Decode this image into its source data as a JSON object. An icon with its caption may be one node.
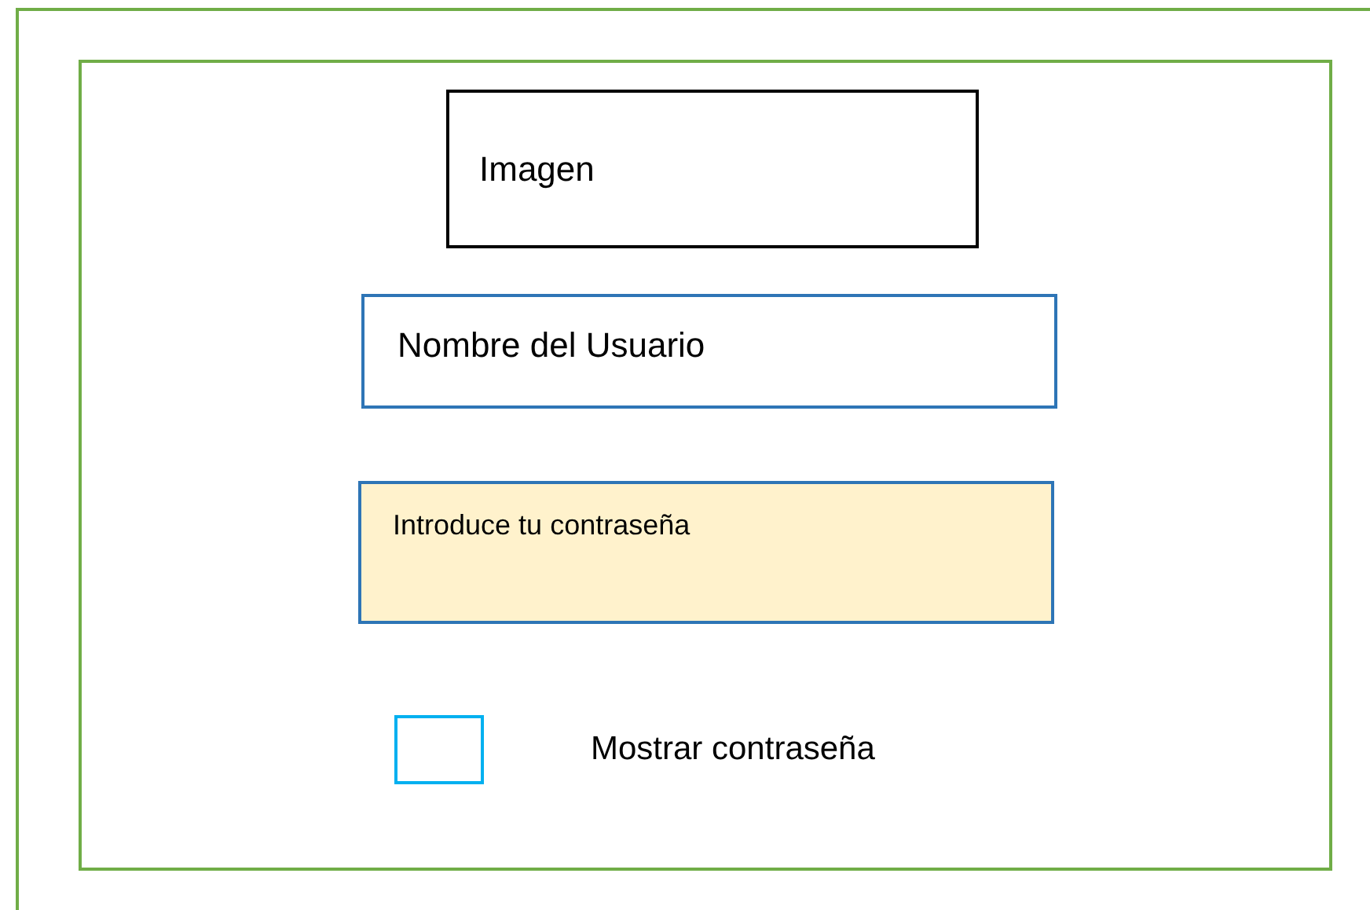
{
  "diagram": {
    "nodes": [
      {
        "text": [],
        "shape": "box"
      },
      {
        "text": [
          "Imagen"
        ],
        "in": 0
      },
      {
        "text": [
          "Nombre del Usuario"
        ],
        "in": 0
      },
      {
        "text": [
          "Introduce tu contraseña"
        ],
        "in": 0
      },
      {
        "text": [],
        "shape": "box",
        "in": 0
      }
    ],
    "labels": [
      "Mostrar contraseña"
    ]
  }
}
